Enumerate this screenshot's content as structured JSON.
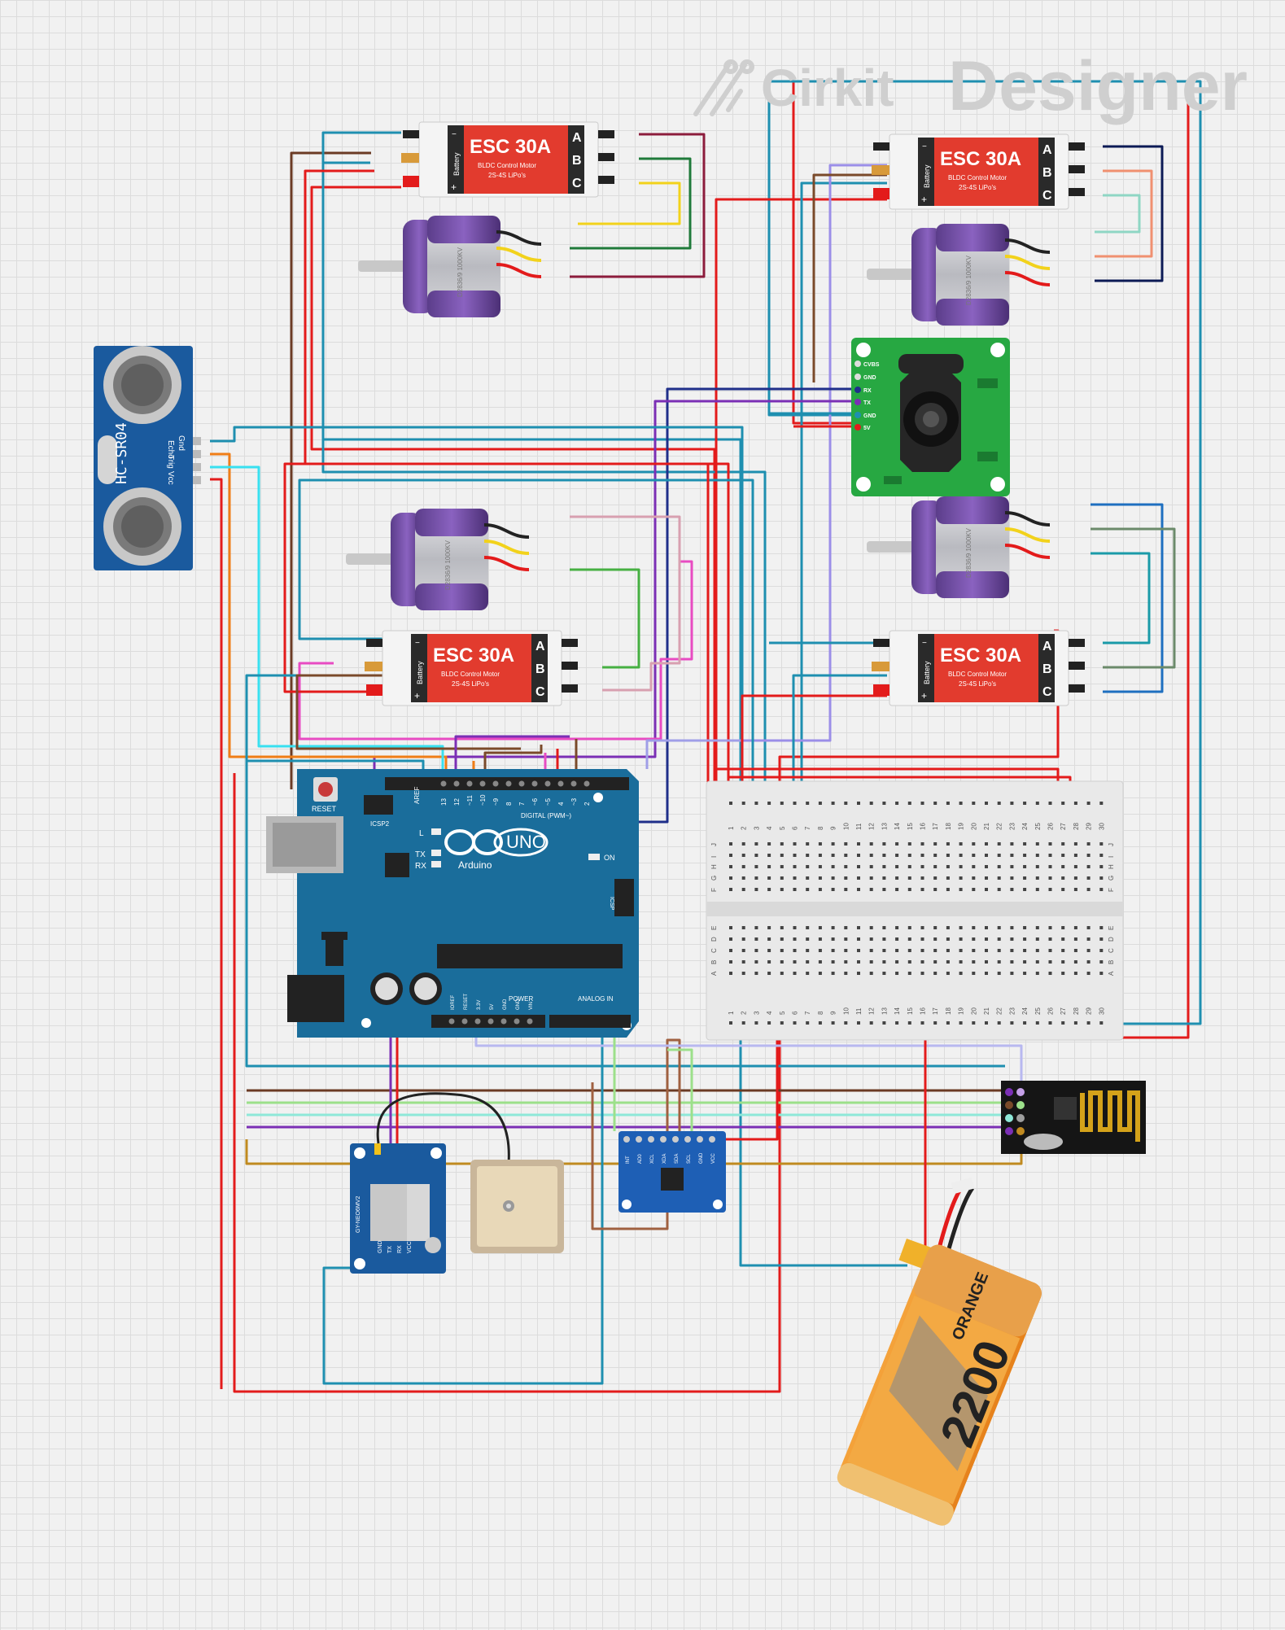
{
  "brand": {
    "prefix": "Cirkit",
    "suffix": "Designer"
  },
  "esc": {
    "title": "ESC 30A",
    "subtitle": "BLDC Control Motor",
    "subtitle2": "2S-4S LiPo's",
    "battery": "Battery",
    "plus": "+",
    "minus": "−",
    "phases": [
      "A",
      "B",
      "C"
    ]
  },
  "motor": {
    "label": "D2836/9 1000KV"
  },
  "ultrasonic": {
    "model": "HC-SR04",
    "pins": [
      "Gnd",
      "Echo",
      "Trig",
      "Vcc"
    ]
  },
  "camera": {
    "pins": [
      "CVBS",
      "GND",
      "RX",
      "TX",
      "GND",
      "5V"
    ]
  },
  "arduino": {
    "name": "Arduino",
    "uno": "UNO",
    "reset": "RESET",
    "icsp": "ICSP2",
    "icsp1": "ICSP",
    "digital": "DIGITAL (PWM~)",
    "power": "POWER",
    "analog": "ANALOG IN",
    "aref": "AREF",
    "l": "L",
    "tx": "TX",
    "rx": "RX",
    "on": "ON",
    "digital_pins": [
      "13",
      "12",
      "~11",
      "~10",
      "~9",
      "8",
      "7",
      "~6",
      "~5",
      "4",
      "~3",
      "2"
    ],
    "power_pins": [
      "IOREF",
      "RESET",
      "3.3V",
      "5V",
      "GND",
      "GND",
      "VIN"
    ]
  },
  "breadboard": {
    "cols": [
      "1",
      "2",
      "3",
      "4",
      "5",
      "6",
      "7",
      "8",
      "9",
      "10",
      "11",
      "12",
      "13",
      "14",
      "15",
      "16",
      "17",
      "18",
      "19",
      "20",
      "21",
      "22",
      "23",
      "24",
      "25",
      "26",
      "27",
      "28",
      "29",
      "30"
    ],
    "rows_top": [
      "J",
      "I",
      "H",
      "G",
      "F"
    ],
    "rows_bottom": [
      "E",
      "D",
      "C",
      "B",
      "A"
    ]
  },
  "gps": {
    "model": "GY-NEO6MV2",
    "pins": [
      "VCC",
      "RX",
      "TX",
      "GND"
    ]
  },
  "imu": {
    "pins": [
      "INT",
      "AD0",
      "XCL",
      "XDA",
      "SDA",
      "SCL",
      "GND",
      "VCC"
    ]
  },
  "battery": {
    "brand": "ORANGE",
    "capacity": "2200"
  },
  "colors": {
    "red": "#e31b1b",
    "teal": "#1e8fb0",
    "blue": "#1f4aa8",
    "purple": "#7b2fb5",
    "brown": "#7a4a2a",
    "orange": "#f07d16",
    "cyan": "#38e0f0",
    "green": "#2d8a3a",
    "yellow": "#f2d21b",
    "pink": "#e84bc2",
    "board": "#1a6d9b"
  }
}
